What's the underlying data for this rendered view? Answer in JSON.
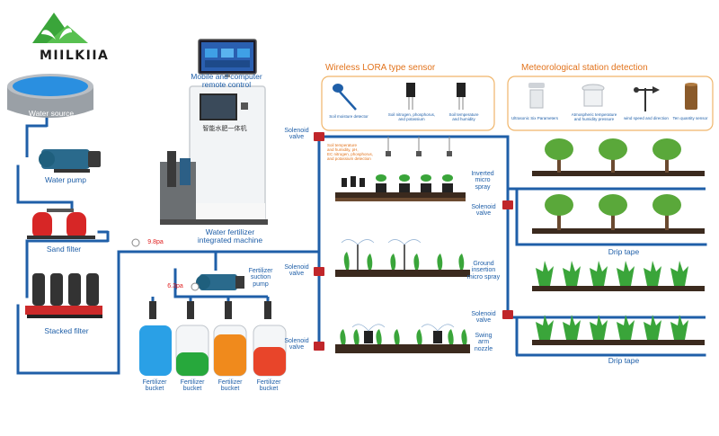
{
  "brand": "MIILKIIA",
  "sections": {
    "lora": "Wireless LORA type sensor",
    "weather": "Meteorological station detection"
  },
  "labels": {
    "water_source": "Water source",
    "water_pump": "Water pump",
    "sand_filter": "Sand filter",
    "stacked_filter": "Stacked filter",
    "remote_line1": "Mobile and computer",
    "remote_line2": "remote control",
    "machine_line1": "Water fertilizer",
    "machine_line2": "integrated machine",
    "machine_panel": "智能水肥一体机",
    "pressure_high": "9.8pa",
    "pressure_low": "6.3pa",
    "suction_line1": "Fertilizer",
    "suction_line2": "suction",
    "suction_line3": "pump",
    "bucket_line1": "Fertilizer",
    "bucket_line2": "bucket",
    "solenoid_line1": "Solenoid",
    "solenoid_line2": "valve",
    "inverted_line1": "Inverted",
    "inverted_line2": "micro",
    "inverted_line3": "spray",
    "ground_line1": "Ground",
    "ground_line2": "insertion",
    "ground_line3": "micro spray",
    "swing_line1": "Swing",
    "swing_line2": "arm",
    "swing_line3": "nozzle",
    "drip_tape": "Drip tape"
  },
  "lora_sensors": [
    {
      "line1": "Soil moisture detector",
      "line2": ""
    },
    {
      "line1": "Soil nitrogen, phosphorus,",
      "line2": "and potassium"
    },
    {
      "line1": "Soil temperature",
      "line2": "and humidity"
    }
  ],
  "weather_sensors": [
    {
      "line1": "Ultrasonic Six Parameters",
      "line2": ""
    },
    {
      "line1": "Atmospheric temperature",
      "line2": "and humidity pressure"
    },
    {
      "line1": "wind speed and direction",
      "line2": ""
    },
    {
      "line1": "Ten quantity sensor",
      "line2": ""
    }
  ],
  "greenhouse_note": [
    "Soil temperature",
    "and humidity, pH,",
    "EC nitrogen, phosphorus,",
    "and potassium detection"
  ],
  "colors": {
    "pipe": "#1f5fa8",
    "label_blue": "#1f5fa8",
    "accent_orange": "#e2731c",
    "pressure_red": "#e02020",
    "bucket_blue": "#2aa0e6",
    "bucket_green": "#27a83c",
    "bucket_orange": "#f08a1c",
    "bucket_red": "#e8452a",
    "soil": "#3b2a1e",
    "leaf": "#3aa53a"
  }
}
